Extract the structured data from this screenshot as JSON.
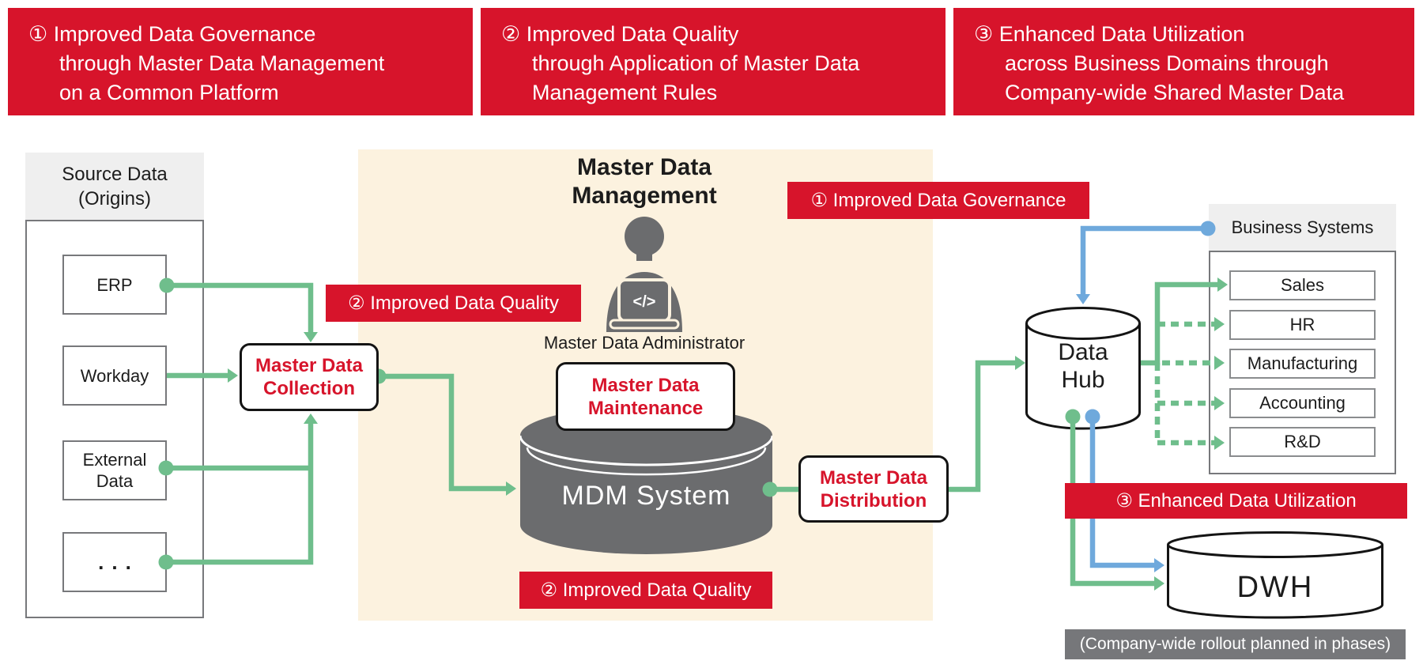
{
  "colors": {
    "accent_red": "#D7142B",
    "flow_green": "#6FBE8C",
    "flow_blue": "#6FA9DC",
    "zone_beige": "#FCF2DF",
    "cylinder_gray": "#6B6C6E",
    "caption_gray": "#76777A"
  },
  "banners": [
    {
      "line1": "① Improved Data Governance",
      "line2": "through Master Data Management",
      "line3": "on a Common Platform"
    },
    {
      "line1": "② Improved Data Quality",
      "line2": "through Application of Master Data",
      "line3": "Management Rules"
    },
    {
      "line1": "③ Enhanced Data Utilization",
      "line2": "across Business Domains through",
      "line3": "Company-wide Shared Master Data"
    }
  ],
  "source_panel": {
    "title_line1": "Source Data",
    "title_line2": "(Origins)",
    "items": [
      "ERP",
      "Workday",
      "External Data",
      "..."
    ]
  },
  "mdm": {
    "title_line1": "Master Data",
    "title_line2": "Management",
    "admin_label": "Master Data Administrator",
    "laptop_glyph": "</>",
    "maintenance_line1": "Master Data",
    "maintenance_line2": "Maintenance",
    "system_label": "MDM System"
  },
  "collection": {
    "line1": "Master Data",
    "line2": "Collection"
  },
  "distribution": {
    "line1": "Master Data",
    "line2": "Distribution"
  },
  "badges": {
    "quality_top": "② Improved Data Quality",
    "quality_bottom": "② Improved Data Quality",
    "governance": "① Improved Data Governance",
    "utilization": "③ Enhanced Data Utilization"
  },
  "data_hub": {
    "line1": "Data",
    "line2": "Hub"
  },
  "business_systems": {
    "header": "Business Systems",
    "rows": [
      "Sales",
      "HR",
      "Manufacturing",
      "Accounting",
      "R&D"
    ]
  },
  "dwh": {
    "label": "DWH"
  },
  "caption": {
    "text": "(Company-wide rollout planned in phases)"
  }
}
